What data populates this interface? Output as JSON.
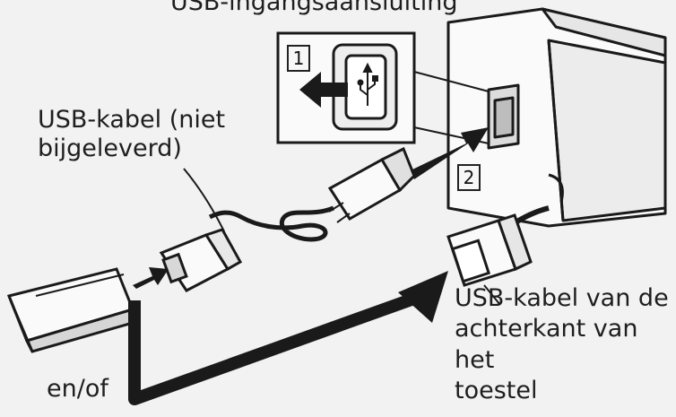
{
  "labels": {
    "socket": "USB-ingangsaansluiting",
    "cable": "USB-kabel (niet\nbijgeleverd)",
    "rear_cable": "USB-kabel van de\nachterkant van het\ntoestel",
    "and_or": "en/of"
  },
  "steps": [
    "1",
    "2"
  ],
  "colors": {
    "background": "#f2f2f2",
    "line": "#1a1a1a",
    "arrow": "#1a1a1a",
    "device_fill": "#fafafa"
  },
  "icons": {
    "usb_symbol": "usb-icon"
  }
}
